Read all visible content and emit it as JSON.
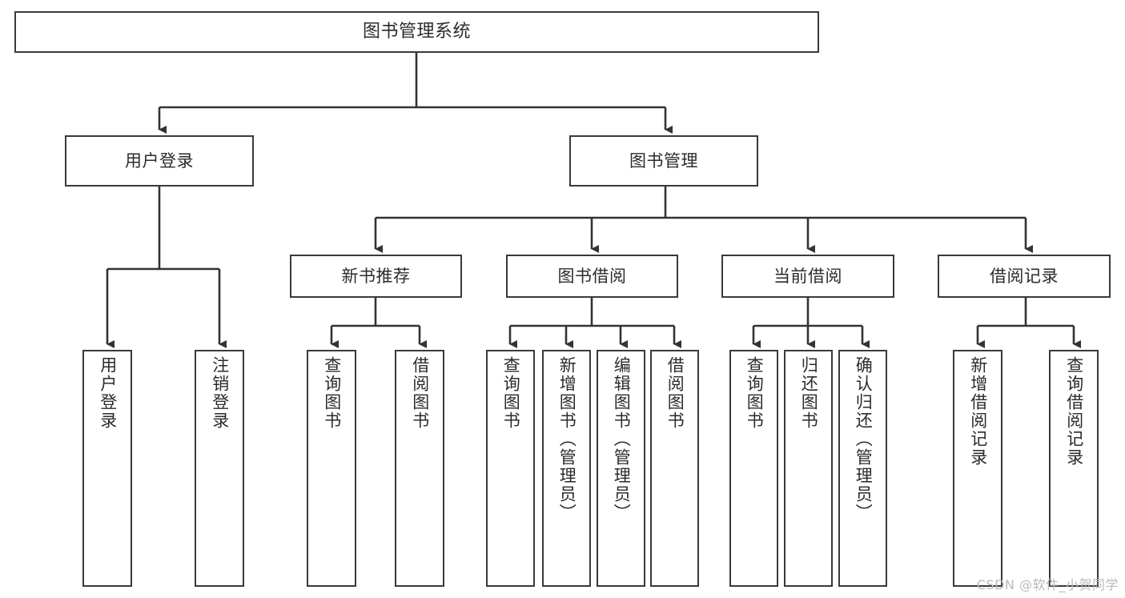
{
  "diagram": {
    "title": "图书管理系统",
    "type": "tree",
    "root": {
      "label": "图书管理系统"
    },
    "level2": [
      {
        "label": "用户登录"
      },
      {
        "label": "图书管理"
      }
    ],
    "level3": [
      {
        "label": "新书推荐"
      },
      {
        "label": "图书借阅"
      },
      {
        "label": "当前借阅"
      },
      {
        "label": "借阅记录"
      }
    ],
    "leaves": {
      "user_login": [
        {
          "label": "用户登录"
        },
        {
          "label": "注销登录"
        }
      ],
      "new_book_recommend": [
        {
          "label": "查询图书"
        },
        {
          "label": "借阅图书"
        }
      ],
      "book_borrow": [
        {
          "label": "查询图书"
        },
        {
          "label": "新增图书（管理员）"
        },
        {
          "label": "编辑图书（管理员）"
        },
        {
          "label": "借阅图书"
        }
      ],
      "current_borrow": [
        {
          "label": "查询图书"
        },
        {
          "label": "归还图书"
        },
        {
          "label": "确认归还（管理员）"
        }
      ],
      "borrow_record": [
        {
          "label": "新增借阅记录"
        },
        {
          "label": "查询借阅记录"
        }
      ]
    }
  },
  "watermark": {
    "text": "CSDN @软件_小贺同学"
  },
  "colors": {
    "box_border": "#3a3a3a",
    "box_fill": "#ffffff",
    "connector": "#333333",
    "text": "#2b2b2b",
    "watermark": "#b9b9b9",
    "background": "#ffffff"
  }
}
